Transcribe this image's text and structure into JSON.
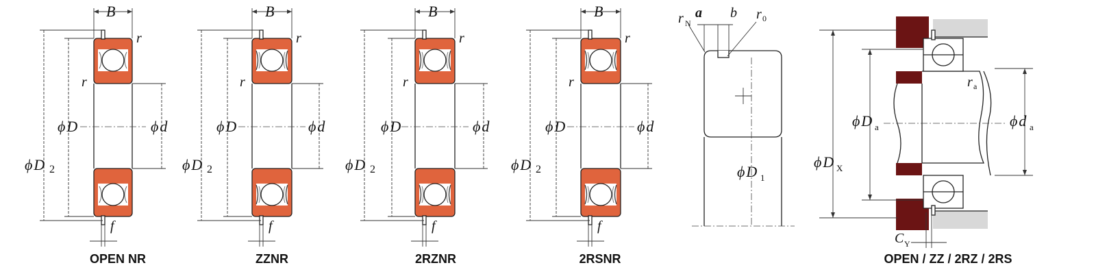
{
  "views": [
    {
      "id": "open-nr",
      "caption": "OPEN NR",
      "shield": "none"
    },
    {
      "id": "zznr",
      "caption": "ZZNR",
      "shield": "metal"
    },
    {
      "id": "2rznr",
      "caption": "2RZNR",
      "shield": "rubber"
    },
    {
      "id": "2rsnr",
      "caption": "2RSNR",
      "shield": "rubber-contact"
    }
  ],
  "labels": {
    "B": "B",
    "r": "r",
    "phi": "ϕ",
    "D": "D",
    "d": "d",
    "D2": "D",
    "D2_sub": "2",
    "f": "f",
    "rN": "r",
    "rN_sub": "N",
    "a": "a",
    "b": "b",
    "r0": "r",
    "r0_sub": "0",
    "D1": "D",
    "D1_sub": "1",
    "Da": "D",
    "Da_sub": "a",
    "da": "d",
    "da_sub": "a",
    "DX": "D",
    "DX_sub": "X",
    "ra": "r",
    "ra_sub": "a",
    "CY": "C",
    "CY_sub": "Y"
  },
  "captions": {
    "mounting": "OPEN / ZZ / 2RZ / 2RS"
  },
  "colors": {
    "ring": "#e0643d",
    "housing": "#6b1414",
    "shaft_face": "#d8d8d8",
    "line": "#222222"
  }
}
